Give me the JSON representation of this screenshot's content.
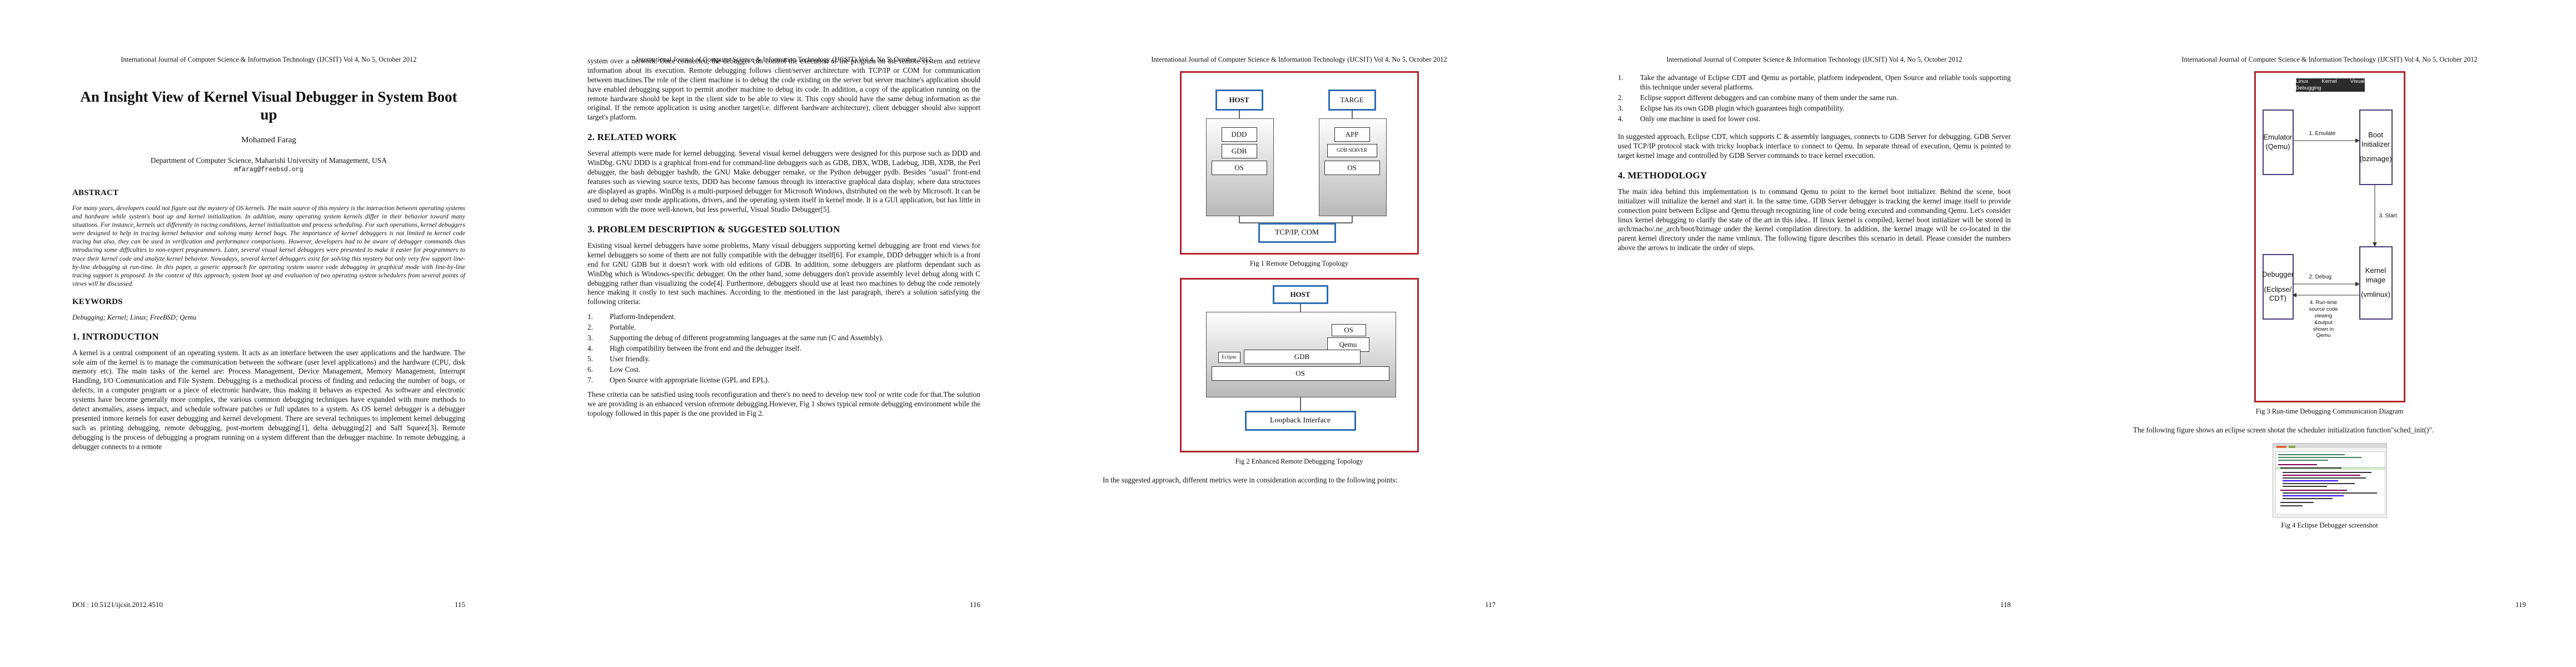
{
  "header": "International Journal of Computer Science & Information Technology (IJCSIT) Vol 4, No 5, October 2012",
  "pages": [
    {
      "number": "115",
      "doi": "DOI : 10.5121/ijcsit.2012.4510",
      "title": "An Insight View of Kernel Visual Debugger in System Boot up",
      "author": "Mohamed Farag",
      "affiliation": "Department of Computer Science, Maharishi University of Management, USA",
      "email": "mfarag@freebsd.org",
      "abstract_heading": "ABSTRACT",
      "abstract": "For many years, developers could not figure out the mystery of OS kernels. The main source of this mystery is the interaction between operating systems and hardware while system's boot up and kernel initialization. In addition, many operating system kernels differ in their behavior toward many situations. For instance, kernels act differently in racing conditions, kernel initialization and process scheduling. For such operations, kernel debuggers were designed to help in tracing kernel behavior and solving many kernel bugs. The importance of kernel debuggers is not limited to kernel code tracing but also, they can be used in verification and performance comparisons. However, developers had to be aware of debugger commands thus introducing some difficulties to non-expert programmers. Later, several visual kernel debuggers were presented to make it easier for programmers to trace their kernel code and analyze kernel behavior. Nowadays, several kernel debuggers exist for solving this mystery but only very few support line-by-line debugging at run-time. In this paper, a generic approach for operating system source code debugging in graphical mode with line-by-line tracing support is proposed. In the context of this approach, system boot up and evaluation of two operating system schedulers from several points of views will be discussed.",
      "keywords_heading": "KEYWORDS",
      "keywords": "Debugging; Kernel; Linux; FreeBSD; Qemu",
      "intro_heading": "1.  INTRODUCTION",
      "intro": "A kernel is a central component of an operating system. It acts as an interface between the user applications and the hardware. The sole aim of the kernel is to manage the communication between the software (user level applications) and the hardware (CPU, disk memory etc). The main tasks of the kernel are: Process Management, Device Management, Memory Management, Interrupt Handling, I/O Communication and File System. Debugging is a methodical process of finding and reducing the number of bugs, or defects, in a computer program or a piece of electronic hardware, thus making it behaves as expected. As software and electronic systems have become generally more complex, the various common debugging techniques have expanded with more methods to detect anomalies, assess impact, and schedule software patches or full updates to a system. As OS kernel debugger is a debugger presented inmore kernels for easer debugging and kernel development. There are several techniques to implement kernel debugging such as printing debugging, remote debugging, post-mortem debugging[1], delta debugging[2] and Saff Squeez[3]. Remote debugging is the process of debugging a program running on a system different than the debugger machine. In remote debugging, a debugger connects to a remote"
    },
    {
      "number": "116",
      "p1": "system over a network. Once connected, the debugger can control the execution of the program on the remote system and retrieve information about its execution. Remote debugging follows client/server architecture with TCP/IP or COM for communication between machines.The role of the client machine is to debug the code existing on the server but server machine's application should have enabled debugging support to permit another machine to debug its code. In addition, a copy of the application running on the remote hardware should be kept in the client side to be able to view it. This copy should have the same debug information as the original. If the remote application is using another target(i.e. different hardware architecture), client debugger should also support target's platform.",
      "related_heading": "2.  RELATED WORK",
      "related": "Several attempts were made for kernel debugging. Several visual kernel debuggers were designed for this purpose such as DDD and WinDbg. GNU DDD is a graphical front-end for command-line debuggers such as GDB, DBX, WDB, Ladebug, JDB, XDB, the Perl debugger, the bash debugger bashdb, the GNU Make debugger remake, or the Python debugger pydb. Besides \"usual\" front-end features such as viewing source texts, DDD has become famous through its interactive graphical data display, where data structures are displayed as graphs. WinDbg is a multi-purposed debugger for Microsoft Windows, distributed on the web by Microsoft. It can be used to debug user mode applications, drivers, and the operating system itself in kernel mode. It is a GUI application, but has little in common with the more well-known, but less powerful, Visual Studio Debugger[5].",
      "problem_heading": "3.  PROBLEM DESCRIPTION & SUGGESTED SOLUTION",
      "problem": "Existing visual kernel debuggers have some problems, Many visual debuggers supporting kernel debugging are front end views for kernel debuggers so some of them are not fully compatible with the debugger itself[6]. For example, DDD debugger which is a front end for GNU GDB but it doesn't work with old editions of GDB. In addition, some debuggers are platform dependant such as WinDbg which is Windows-specific debugger. On the other hand, some debuggers don't provide assembly level debug along with C debugging rather than visualizing the code[4]. Furthermore, debuggers should use at least two machines to debug the code remotely hence making it costly to test such machines. According to the mentioned in the last paragraph, there's a solution satisfying the following criteria:",
      "criteria": [
        {
          "n": "1.",
          "t": "Platform-Independent."
        },
        {
          "n": "2.",
          "t": "Portable."
        },
        {
          "n": "3.",
          "t": "Supporting the debug of different programming languages at the same run (C and Assembly)."
        },
        {
          "n": "4.",
          "t": "High compatibility between the front end and the debugger itself."
        },
        {
          "n": "5.",
          "t": "User friendly."
        },
        {
          "n": "6.",
          "t": "Low Cost."
        },
        {
          "n": "7.",
          "t": "Open Source with appropriate license (GPL and EPL)."
        }
      ],
      "p_after": "These criteria can be satisfied using tools reconfiguration and there's no need to develop new tool or write code for that.The solution we are providing is an enhanced version ofremote debugging.However, Fig 1 shows typical remote debugging environment while the topology followed in this paper is the one provided in Fig 2."
    },
    {
      "number": "117",
      "fig1": {
        "host": "HOST",
        "target": "TARGE",
        "ddd": "DDD",
        "gdb": "GDB",
        "os_left": "OS",
        "app": "APP",
        "gdb_server": "GDB SERVER",
        "os_right": "OS",
        "link": "TCP/IP, COM",
        "caption": "Fig 1 Remote Debugging Topology"
      },
      "fig2": {
        "host": "HOST",
        "os": "OS",
        "qemu": "Qemu",
        "eclipse": "Eclipse",
        "gdb": "GDB",
        "os_bottom": "OS",
        "loopback": "Loopback Interface",
        "caption": "Fig 2 Enhanced Remote Debugging Topology"
      },
      "p_after": "In the suggested approach, different metrics were in consideration according to the following points:"
    },
    {
      "number": "118",
      "points": [
        {
          "n": "1.",
          "t": "Take the advantage of Eclipse CDT and Qemu as portable, platform independent, Open Source and reliable tools supporting this technique under several platforms."
        },
        {
          "n": "2.",
          "t": "Eclipse support different debuggers and can combine many of them under the same run."
        },
        {
          "n": "3.",
          "t": "Eclipse has its own GDB plugin which guarantees high compatibility."
        },
        {
          "n": "4.",
          "t": "Only one machine is used for lower cost."
        }
      ],
      "p1": "In suggested approach, Eclipse CDT, which supports C & assembly languages, connects to GDB Server for debugging. GDB Server used TCP/IP protocol stack with tricky loopback interface to connect to Qemu. In separate thread of execution, Qemu is pointed to target kernel image and controlled by GDB Server commands to trace kernel execution.",
      "method_heading": "4.  METHODOLOGY",
      "p2": "The main idea behind this implementation is to command Qemu to point to the kernel boot initializer. Behind the scene, boot initializer will initialize the kernel and start it. In the same time, GDB Server debugger is tracking the kernel image itself to provide connection point between Eclipse and Qemu through recognizing line of code being executed and commanding Qemu. Let's consider linux kernel debugging to clarify the state of the art in this idea.. If linux kernel is compiled, kernel boot initializer will be stored in arch/macho/.ne_arch/boot/bzimage under the kernel compilation directory. In addition, the kernel image will be co-located in the parent kernel directory under the name vmlinux. The following figure describes this scenario in detail. Please consider the numbers above the arrows to indicate the order of steps."
    },
    {
      "number": "119",
      "fig3": {
        "title": "Linux Kernel Visual Debugging",
        "emulator": [
          "Emulator",
          "(Qemu)"
        ],
        "boot": [
          "Boot Initializer",
          "",
          "(bzimage)"
        ],
        "debugger": [
          "Debugger",
          "",
          "(Eclipse/",
          "CDT)"
        ],
        "kernel": [
          "Kernel image",
          "",
          "(vmlinux)"
        ],
        "step1": "1. Emulate",
        "step2": "2. Debug",
        "step3": "3. Start",
        "step4": [
          "4. Run-time",
          "source code",
          "viewing",
          "&output",
          "shown in",
          "Qemu"
        ],
        "caption": "Fig 3 Run-time Debugging Communication Diagram"
      },
      "p1": "The following figure shows an eclipse screen shotat the scheduler initialization function\"sched_init()\".",
      "fig4_caption": "Fig 4 Eclipse Debugger screenshot"
    }
  ]
}
